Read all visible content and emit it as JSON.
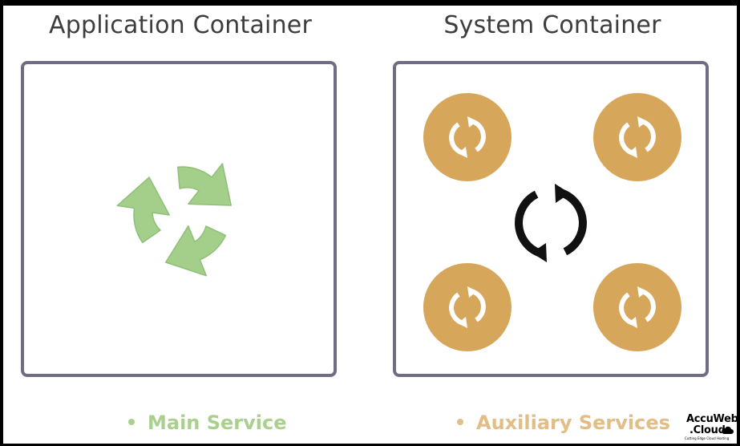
{
  "application_container": {
    "title": "Application Container",
    "icon": "green-recycle-arrows-icon"
  },
  "system_container": {
    "title": "System Container",
    "central_icon": "black-sync-arrows-icon",
    "service_icon": "orange-sync-circle-icon",
    "service_count": 4
  },
  "legend": {
    "main": "Main Service",
    "auxiliary": "Auxiliary Services"
  },
  "logo": {
    "line1": "AccuWeb",
    "line2": ".Cloud",
    "tagline": "Cutting Edge Cloud Hosting"
  },
  "colors": {
    "main_service": "#a9d08e",
    "auxiliary_service": "#d6a65a",
    "auxiliary_legend": "#e3bd86",
    "box_border": "#6e6d84",
    "sync_black": "#111111"
  }
}
